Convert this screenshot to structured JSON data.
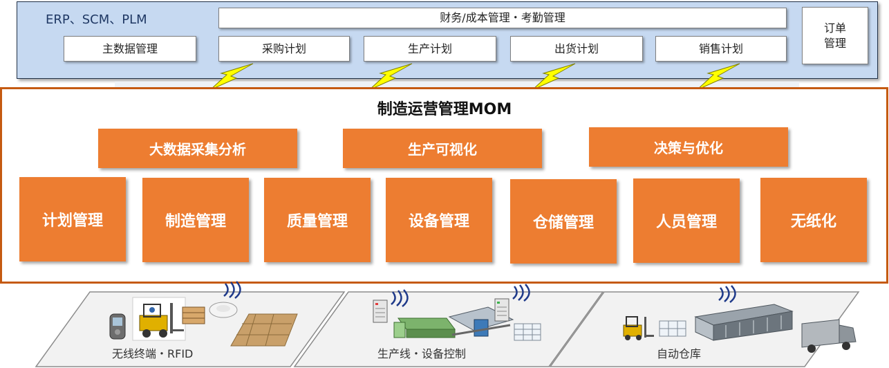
{
  "erp": {
    "title": "ERP、SCM、PLM",
    "finance": "财务/成本管理・考勤管理",
    "order_line1": "订单",
    "order_line2": "管理",
    "modules": [
      "主数据管理",
      "采购计划",
      "生产计划",
      "出货计划",
      "销售计划"
    ]
  },
  "mom": {
    "title": "制造运营管理MOM",
    "capabilities": [
      "大数据采集分析",
      "生产可视化",
      "决策与优化"
    ],
    "modules": [
      "计划管理",
      "制造管理",
      "质量管理",
      "设备管理",
      "仓储管理",
      "人员管理",
      "无纸化"
    ]
  },
  "field": {
    "platforms": [
      "无线终端・RFID",
      "生产线・设备控制",
      "自动仓库"
    ]
  },
  "colors": {
    "erp_band": "#c6d9f1",
    "mom_border": "#c55a11",
    "module_orange": "#ed7d31",
    "lightning": "#ffff00",
    "platform": "#f2f2f2"
  },
  "icons": [
    "lightning-bolt-icon",
    "wireless-signal-icon",
    "handheld-terminal-icon",
    "forklift-icon",
    "rfid-reader-icon",
    "pallet-icon",
    "server-icon",
    "production-machine-icon",
    "warehouse-icon",
    "truck-icon"
  ]
}
